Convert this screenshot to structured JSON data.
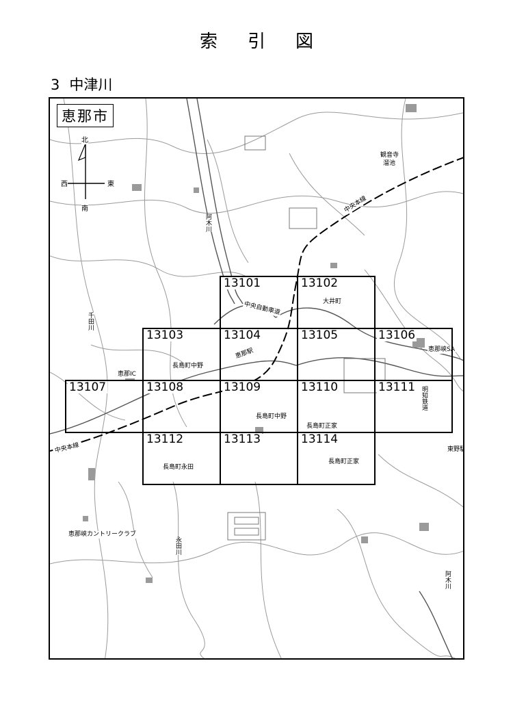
{
  "title": "索引図",
  "section": {
    "number": "3",
    "name": "中津川"
  },
  "map": {
    "city_label": "恵那市",
    "compass": {
      "north": "北",
      "south": "南",
      "east": "東",
      "west": "西"
    },
    "tiles": [
      {
        "id": "13101",
        "col": 2,
        "row": 0
      },
      {
        "id": "13102",
        "col": 3,
        "row": 0
      },
      {
        "id": "13103",
        "col": 1,
        "row": 1
      },
      {
        "id": "13104",
        "col": 2,
        "row": 1
      },
      {
        "id": "13105",
        "col": 3,
        "row": 1
      },
      {
        "id": "13106",
        "col": 4,
        "row": 1
      },
      {
        "id": "13107",
        "col": 0,
        "row": 2
      },
      {
        "id": "13108",
        "col": 1,
        "row": 2
      },
      {
        "id": "13109",
        "col": 2,
        "row": 2
      },
      {
        "id": "13110",
        "col": 3,
        "row": 2
      },
      {
        "id": "13111",
        "col": 4,
        "row": 2
      },
      {
        "id": "13112",
        "col": 1,
        "row": 3
      },
      {
        "id": "13113",
        "col": 2,
        "row": 3
      },
      {
        "id": "13114",
        "col": 3,
        "row": 3
      }
    ],
    "places": {
      "kannonji": "観音寺",
      "kannonji_pond": "溜池",
      "chuo_line_ne": "中央本線",
      "agi_river_n": "阿木川",
      "oi_cho": "大井町",
      "chuo_expressway": "中央自動車道",
      "senda_river": "千田川",
      "ena_ic": "恵那IC",
      "ena_station": "恵那駅",
      "nagashima_nakano_w": "長島町中野",
      "ena_sa": "恵那峡SA",
      "akechi_railway": "明知鉄道",
      "nagashima_nakano": "長島町中野",
      "nagashima_masaie_1": "長島町正家",
      "chuo_line_sw": "中央本線",
      "nagashima_nagata": "長島町永田",
      "nagashima_masaie_2": "長島町正家",
      "higashino_station": "東野駅",
      "golf_club": "恵那峡カントリークラブ",
      "eida_river": "永田川",
      "agi_river_s": "阿木川"
    }
  }
}
